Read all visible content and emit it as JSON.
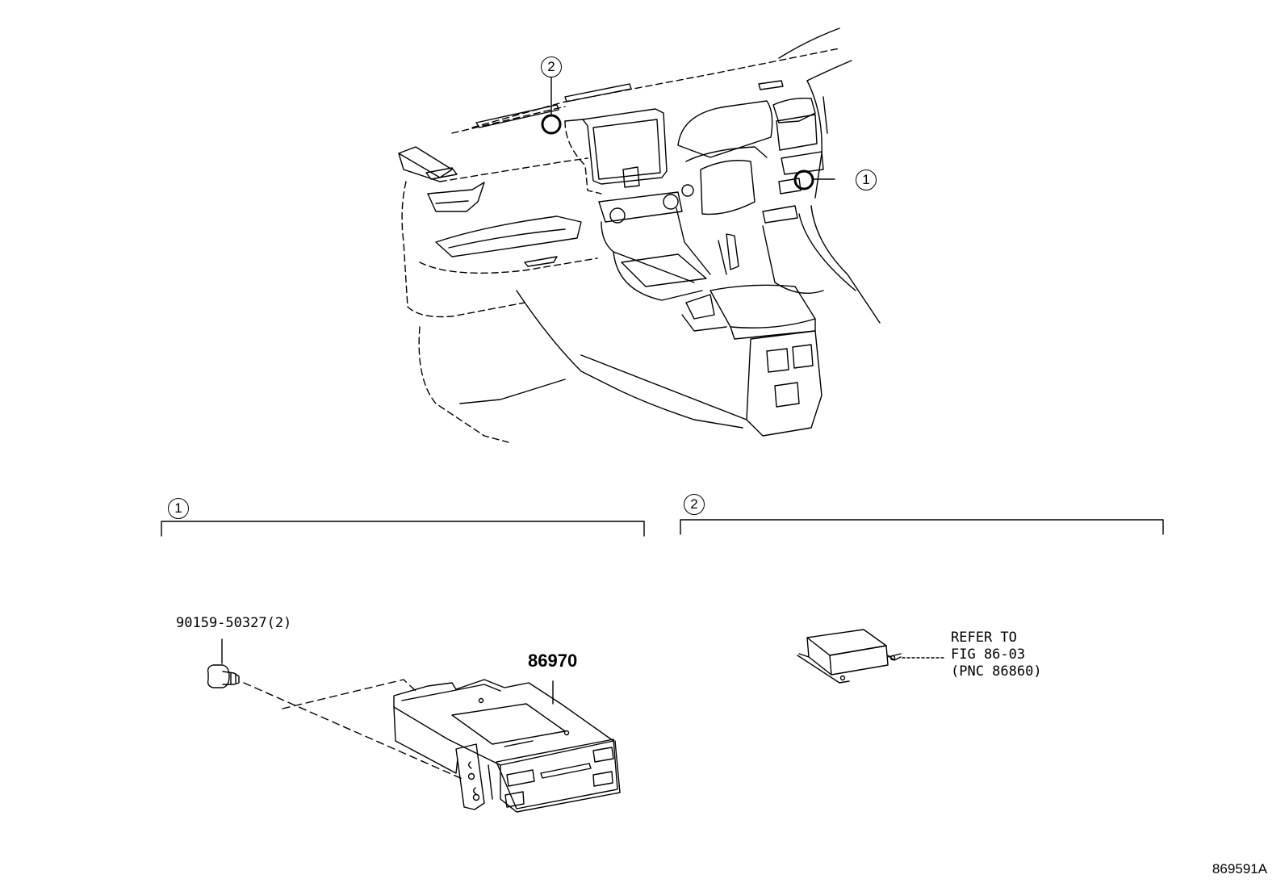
{
  "callouts": {
    "one": "1",
    "two": "2"
  },
  "detail_sections": {
    "section_1": {
      "number": "1"
    },
    "section_2": {
      "number": "2"
    }
  },
  "parts": {
    "bolt_label": "90159-50327(2)",
    "module_label": "86970",
    "refer_lines": [
      "REFER TO",
      "FIG 86-03",
      "(PNC 86860)"
    ]
  },
  "figure_code": "869591A"
}
